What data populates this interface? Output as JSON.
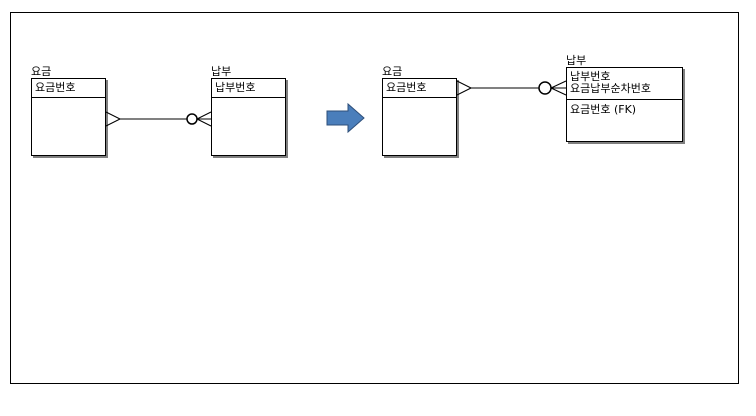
{
  "left_diagram": {
    "entity_fee": {
      "title": "요금",
      "pk": [
        "요금번호"
      ]
    },
    "entity_payment": {
      "title": "납부",
      "pk": [
        "납부번호"
      ]
    }
  },
  "right_diagram": {
    "entity_fee": {
      "title": "요금",
      "pk": [
        "요금번호"
      ]
    },
    "entity_payment": {
      "title": "납부",
      "pk": [
        "납부번호",
        "요금납부순차번호"
      ],
      "attributes": [
        "요금번호 (FK)"
      ]
    }
  },
  "colors": {
    "arrow_fill": "#4a7ebb",
    "arrow_stroke": "#2e4f7a",
    "shadow": "#7f7f7f"
  }
}
